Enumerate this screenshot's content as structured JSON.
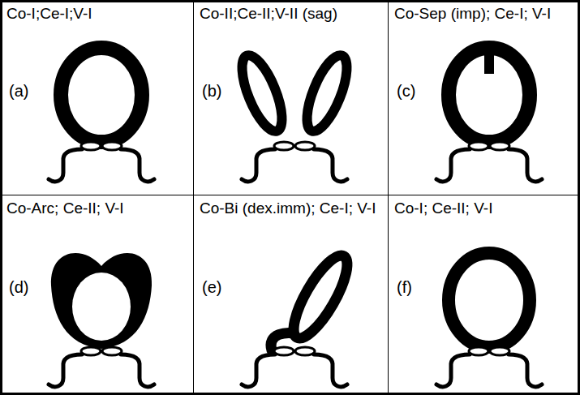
{
  "diagram": {
    "nodes": [
      {
        "text": [
          "Co-I;Ce-I;V-I",
          "(a)"
        ]
      },
      {
        "text": [
          "Co-II;Ce-II;V-II (sag)",
          "(b)"
        ]
      },
      {
        "text": [
          "Co-Sep (imp); Ce-I; V-I",
          "(c)"
        ]
      },
      {
        "text": [
          "Co-Arc; Ce-II; V-I",
          "(d)"
        ]
      },
      {
        "text": [
          "Co-Bi (dex.imm); Ce-I; V-I",
          "(e)"
        ]
      },
      {
        "text": [
          "Co-I; Ce-II; V-I",
          "(f)"
        ]
      }
    ]
  }
}
